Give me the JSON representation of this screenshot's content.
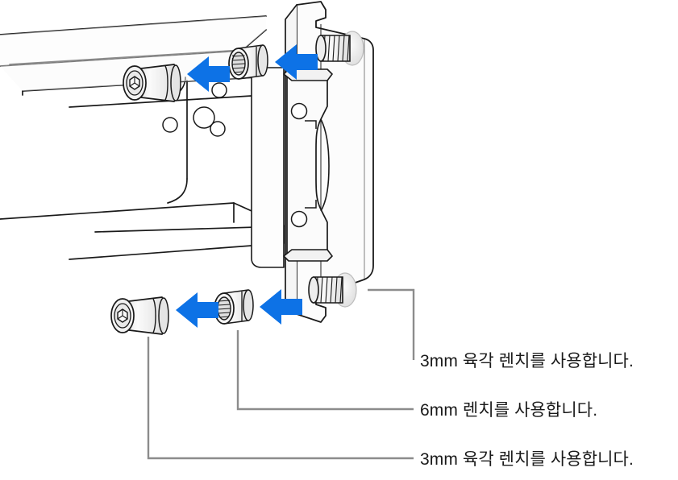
{
  "illustration": {
    "title": "Rail bracket fastener installation",
    "colors": {
      "arrow_blue": "#0d72e6",
      "outline": "#1a1a1a",
      "metal_fill": "#ececec",
      "metal_light": "#f7f7f7",
      "leader_gray": "#8c8c8c",
      "text": "#1a1a1a",
      "background": "#ffffff"
    },
    "parts": [
      {
        "name": "slide-rail",
        "label": ""
      },
      {
        "name": "mounting-bracket-plate",
        "label": ""
      },
      {
        "name": "inner-bracket-slot",
        "label": ""
      },
      {
        "name": "threaded-stud-upper",
        "label": ""
      },
      {
        "name": "threaded-stud-lower",
        "label": ""
      },
      {
        "name": "hex-socket-cap-upper",
        "label": ""
      },
      {
        "name": "hex-socket-cap-lower",
        "label": ""
      },
      {
        "name": "threaded-nut-upper",
        "label": ""
      },
      {
        "name": "threaded-nut-lower",
        "label": ""
      }
    ],
    "arrows": [
      {
        "name": "arrow-upper-outer",
        "direction": "left"
      },
      {
        "name": "arrow-upper-inner",
        "direction": "left"
      },
      {
        "name": "arrow-lower-outer",
        "direction": "left"
      },
      {
        "name": "arrow-lower-inner",
        "direction": "left"
      }
    ]
  },
  "callouts": {
    "top": {
      "text": "3mm 육각 렌치를 사용합니다.",
      "target": "threaded-stud-lower"
    },
    "middle": {
      "text": "6mm 렌치를 사용합니다.",
      "target": "threaded-nut-lower"
    },
    "bottom": {
      "text": "3mm 육각 렌치를 사용합니다.",
      "target": "hex-socket-cap-lower"
    }
  }
}
